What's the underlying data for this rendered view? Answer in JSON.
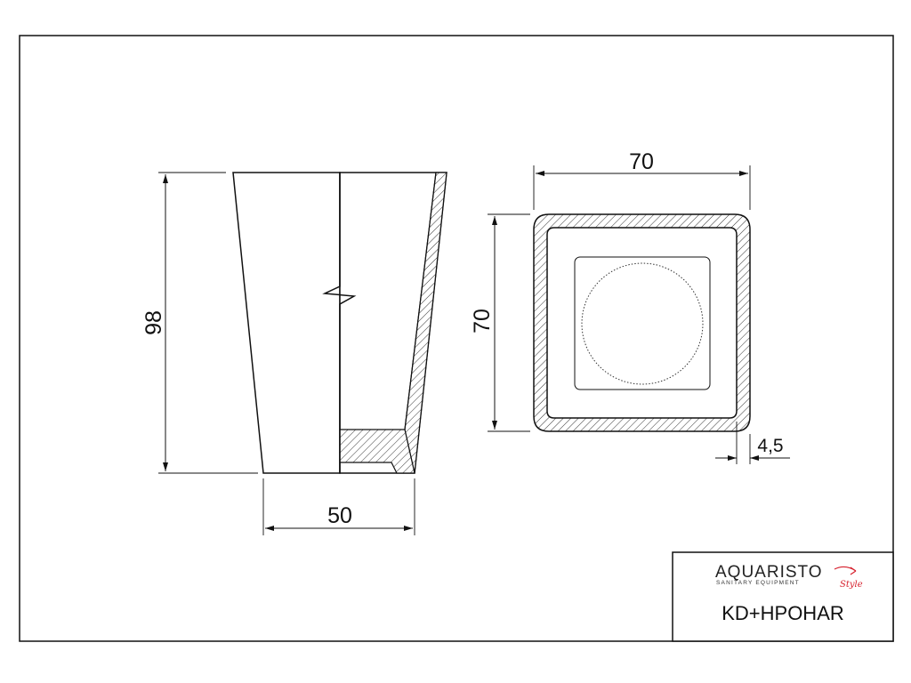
{
  "drawing": {
    "dimensions": {
      "height": "98",
      "bottom_width": "50",
      "top_width": "70",
      "side_height": "70",
      "wall_thickness": "4,5"
    },
    "title_block": {
      "brand": "AQUARISTO",
      "brand_subtitle": "SANITARY EQUIPMENT",
      "brand_style": "Style",
      "model": "KD+HPOHAR"
    },
    "colors": {
      "line": "#111111",
      "brand_accent": "#d61f2c"
    }
  }
}
